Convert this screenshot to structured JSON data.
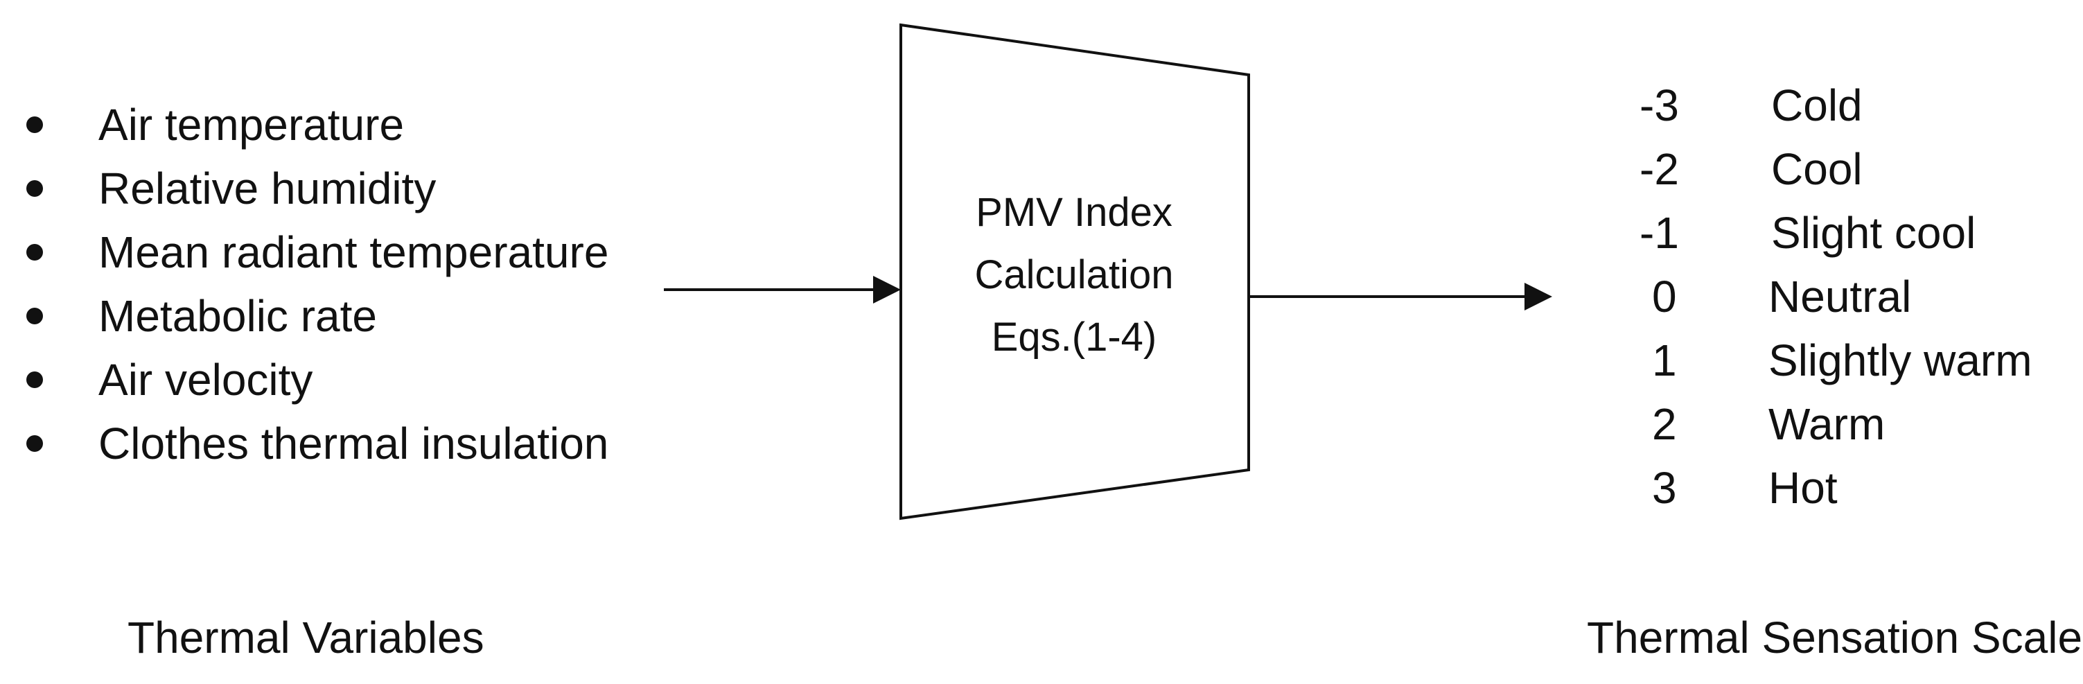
{
  "inputs": {
    "items": [
      "Air temperature",
      "Relative humidity",
      "Mean radiant temperature",
      "Metabolic rate",
      "Air velocity",
      "Clothes thermal insulation"
    ],
    "caption": "Thermal Variables"
  },
  "process": {
    "lines": [
      "PMV Index",
      "Calculation",
      "Eqs.(1-4)"
    ]
  },
  "output": {
    "scale": [
      {
        "value": "-3",
        "label": "Cold"
      },
      {
        "value": "-2",
        "label": "Cool"
      },
      {
        "value": "-1",
        "label": "Slight cool"
      },
      {
        "value": "0",
        "label": "Neutral"
      },
      {
        "value": "1",
        "label": "Slightly warm"
      },
      {
        "value": "2",
        "label": "Warm"
      },
      {
        "value": "3",
        "label": "Hot"
      }
    ],
    "caption": "Thermal Sensation Scale"
  }
}
